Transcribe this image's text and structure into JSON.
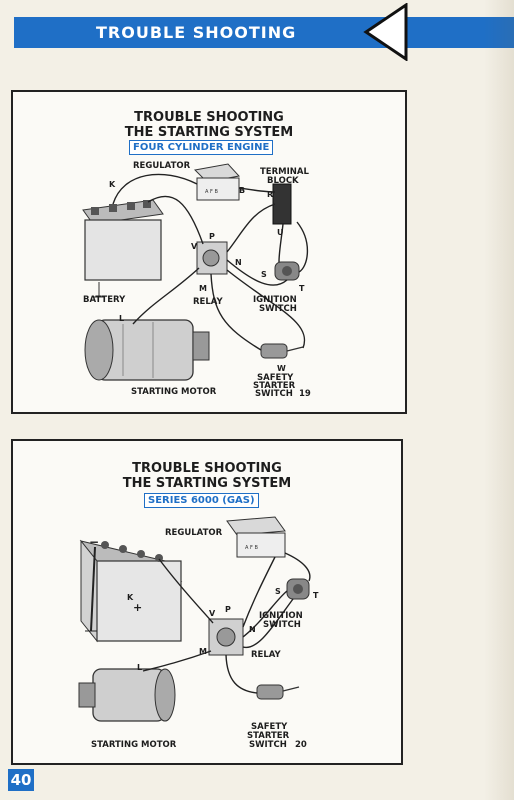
{
  "header": {
    "title": "TROUBLE SHOOTING"
  },
  "page_number": "40",
  "figure1": {
    "title_line1": "TROUBLE SHOOTING",
    "title_line2": "THE STARTING SYSTEM",
    "tag": "FOUR CYLINDER ENGINE",
    "labels": {
      "regulator": "REGULATOR",
      "terminal_block_1": "TERMINAL",
      "terminal_block_2": "BLOCK",
      "battery": "BATTERY",
      "relay": "RELAY",
      "ignition_switch_1": "IGNITION",
      "ignition_switch_2": "SWITCH",
      "starting_motor": "STARTING MOTOR",
      "safety_1": "SAFETY",
      "safety_2": "STARTER",
      "safety_3": "SWITCH",
      "fig_number": "19"
    },
    "letters": {
      "k": "K",
      "b": "B",
      "r": "R",
      "u": "U",
      "v": "V",
      "p": "P",
      "n": "N",
      "s": "S",
      "t": "T",
      "m": "M",
      "l": "L",
      "w": "W"
    }
  },
  "figure2": {
    "title_line1": "TROUBLE SHOOTING",
    "title_line2": "THE STARTING SYSTEM",
    "tag": "SERIES 6000 (GAS)",
    "labels": {
      "regulator": "REGULATOR",
      "ignition_switch_1": "IGNITION",
      "ignition_switch_2": "SWITCH",
      "relay": "RELAY",
      "starting_motor": "STARTING MOTOR",
      "safety_1": "SAFETY",
      "safety_2": "STARTER",
      "safety_3": "SWITCH",
      "fig_number": "20"
    },
    "letters": {
      "k": "K",
      "v": "V",
      "p": "P",
      "n": "N",
      "s": "S",
      "t": "T",
      "m": "M",
      "l": "L",
      "minus": "−",
      "plus": "+"
    }
  }
}
